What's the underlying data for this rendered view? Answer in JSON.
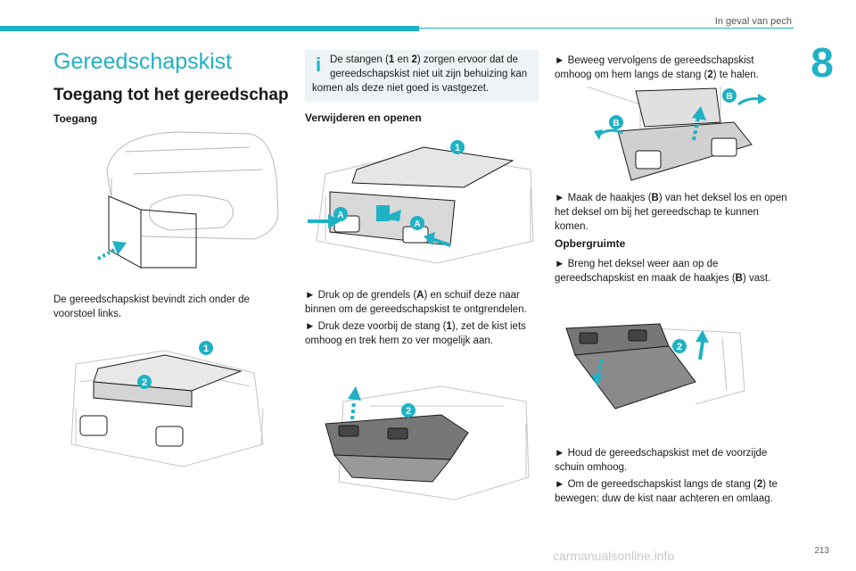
{
  "header": {
    "section": "In geval van pech",
    "chapter_number": "8"
  },
  "title": "Gereedschapskist",
  "subtitle": "Toegang tot het gereedschap",
  "col1": {
    "access_heading": "Toegang",
    "access_text": "De gereedschapskist bevindt zich onder de voorstoel links.",
    "fig2_label_1": "1",
    "fig2_label_2": "2"
  },
  "col2": {
    "info_text_1": "De stangen (",
    "info_b1": "1",
    "info_text_2": " en ",
    "info_b2": "2",
    "info_text_3": ") zorgen ervoor dat de gereedschapskist niet uit zijn behuizing kan komen als deze niet goed is vastgezet.",
    "remove_heading": "Verwijderen en openen",
    "fig_label_1": "1",
    "fig_label_A": "A",
    "step1_a": "► Druk op de grendels (",
    "step1_b": "A",
    "step1_c": ") en schuif deze naar binnen om de gereedschapskist te ontgrendelen.",
    "step2_a": "► Druk deze voorbij de stang (",
    "step2_b": "1",
    "step2_c": "), zet de kist iets omhoog en trek hem zo ver mogelijk aan.",
    "fig_label_2": "2"
  },
  "col3": {
    "step3_a": "► Beweeg vervolgens de gereedschapskist omhoog om hem langs de stang (",
    "step3_b": "2",
    "step3_c": ") te halen.",
    "fig_label_B": "B",
    "step4_a": "► Maak de haakjes (",
    "step4_b": "B",
    "step4_c": ") van het deksel los en open het deksel om bij het gereedschap te kunnen komen.",
    "storage_heading": "Opbergruimte",
    "step5_a": "► Breng het deksel weer aan op de gereedschapskist en maak de haakjes (",
    "step5_b": "B",
    "step5_c": ") vast.",
    "fig_label_2": "2",
    "step6": "► Houd de gereedschapskist met de voorzijde schuin omhoog.",
    "step7_a": "► Om de gereedschapskist langs de stang (",
    "step7_b": "2",
    "step7_c": ") te bewegen: duw de kist naar achteren en omlaag."
  },
  "footer": {
    "page_number": "213",
    "watermark": "carmanualsonline.info"
  },
  "colors": {
    "accent": "#1fb1c4",
    "info_bg": "#eef3f5"
  }
}
